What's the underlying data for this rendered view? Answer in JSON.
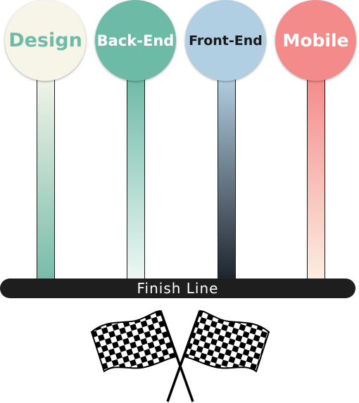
{
  "lanes": [
    {
      "label": "Design",
      "circle_color": "#f7f5e8",
      "text_color": "#6fbaa8",
      "bar_top": "#f3f5ea",
      "bar_bottom": "#78bba9"
    },
    {
      "label": "Back-End",
      "circle_color": "#6dbaa7",
      "text_color": "#ffffff",
      "bar_top": "#6dbaa7",
      "bar_bottom": "#eef7f4"
    },
    {
      "label": "Front-End",
      "circle_color": "#b0cfe2",
      "text_color": "#1a1a1a",
      "bar_top": "#b3cfe2",
      "bar_bottom": "#1d242c"
    },
    {
      "label": "Mobile",
      "circle_color": "#f48b8b",
      "text_color": "#ffffff",
      "bar_top": "#f48b8b",
      "bar_bottom": "#fbeee1"
    }
  ],
  "finish_line": {
    "label": "Finish Line",
    "color": "#1e1e1e"
  },
  "flags_icon": "checkered-flags-icon"
}
